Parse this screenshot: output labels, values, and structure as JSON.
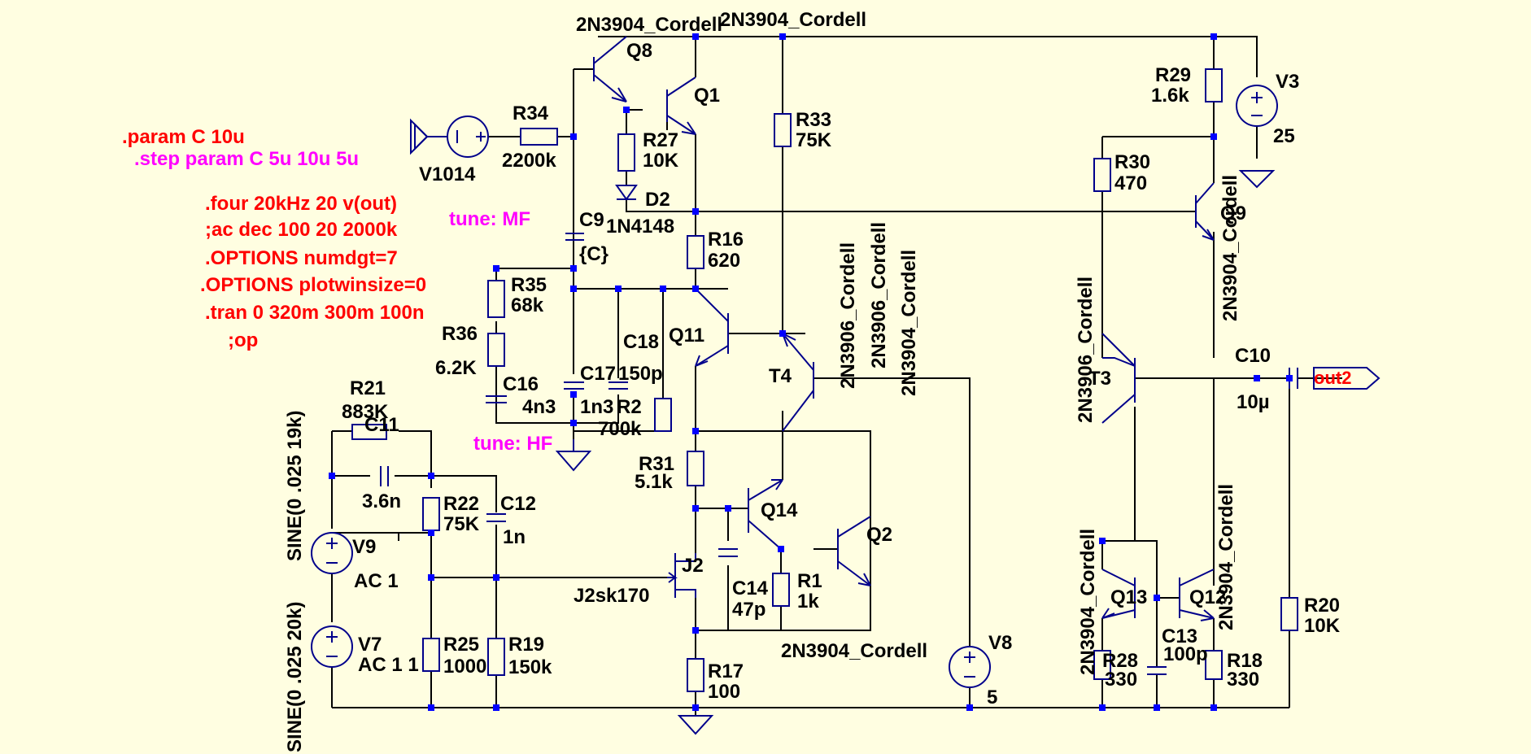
{
  "directives": {
    "param": ".param C 10u",
    "step": ".step param C 5u 10u 5u",
    "four": ".four 20kHz 20 v(out)",
    "ac": ";ac dec 100 20 2000k",
    "opt_numdgt": ".OPTIONS numdgt=7",
    "opt_plot": ".OPTIONS plotwinsize=0",
    "tran": ".tran 0 320m 300m 100n",
    "op": ";op",
    "tune_mf": "tune: MF",
    "tune_hf": "tune: HF"
  },
  "components": {
    "q8": {
      "model": "2N3904_Cordell",
      "ref": "Q8"
    },
    "q1": {
      "model": "2N3904_Cordell",
      "ref": "Q1"
    },
    "r34": {
      "ref": "R34",
      "value": "2200k"
    },
    "v1014": {
      "ref": "V1014"
    },
    "r27": {
      "ref": "R27",
      "value": "10K"
    },
    "d2": {
      "ref": "D2",
      "model": "1N4148"
    },
    "r33": {
      "ref": "R33",
      "value": "75K"
    },
    "r29": {
      "ref": "R29",
      "value": "1.6k"
    },
    "v3": {
      "ref": "V3",
      "value": "25"
    },
    "r30": {
      "ref": "R30",
      "value": "470"
    },
    "q9": {
      "ref": "Q9",
      "model": "2N3904_Cordell"
    },
    "c9": {
      "ref": "C9",
      "value": "{C}"
    },
    "r16": {
      "ref": "R16",
      "value": "620"
    },
    "r35": {
      "ref": "R35",
      "value": "68k"
    },
    "r36": {
      "ref": "R36",
      "value": "6.2K"
    },
    "c16": {
      "ref": "C16",
      "value": "4n3"
    },
    "c17": {
      "ref": "C17",
      "value": "1n3"
    },
    "c18": {
      "ref": "C18",
      "value": "150p"
    },
    "r2": {
      "ref": "R2",
      "value": "700k"
    },
    "q11": {
      "ref": "Q11",
      "model": "2N3906_Cordell"
    },
    "t4": {
      "ref": "T4",
      "model": "2N3906_Cordell",
      "model2": "2N3904_Cordell"
    },
    "t3": {
      "ref": "T3",
      "model": "2N3906_Cordell"
    },
    "c10": {
      "ref": "C10",
      "value": "10µ"
    },
    "out2": {
      "label": "out2"
    },
    "r21": {
      "ref": "R21",
      "value": "883K"
    },
    "c11": {
      "ref": "C11",
      "value": "3.6n"
    },
    "r22": {
      "ref": "R22",
      "value": "75K"
    },
    "c12": {
      "ref": "C12",
      "value": "1n"
    },
    "v9": {
      "ref": "V9",
      "ac": "AC 1",
      "sine": "SINE(0 .025 19k)"
    },
    "v7": {
      "ref": "V7",
      "ac": "AC 1 1",
      "sine": "SINE(0 .025 20k)"
    },
    "r25": {
      "ref": "R25",
      "value": "1000"
    },
    "r19": {
      "ref": "R19",
      "value": "150k"
    },
    "r31": {
      "ref": "R31",
      "value": "5.1k"
    },
    "q14": {
      "ref": "Q14"
    },
    "q2": {
      "ref": "Q2",
      "model": "2N3904_Cordell"
    },
    "j2": {
      "ref": "J2",
      "model": "J2sk170"
    },
    "c14": {
      "ref": "C14",
      "value": "47p"
    },
    "r1": {
      "ref": "R1",
      "value": "1k"
    },
    "r17": {
      "ref": "R17",
      "value": "100"
    },
    "v8": {
      "ref": "V8",
      "value": "5"
    },
    "q13": {
      "ref": "Q13",
      "model": "2N3904_Cordell"
    },
    "q12": {
      "ref": "Q12",
      "model": "2N3904_Cordell"
    },
    "c13": {
      "ref": "C13",
      "value": "100p"
    },
    "r28": {
      "ref": "R28",
      "value": "330"
    },
    "r18": {
      "ref": "R18",
      "value": "330"
    },
    "r20": {
      "ref": "R20",
      "value": "10K"
    }
  }
}
